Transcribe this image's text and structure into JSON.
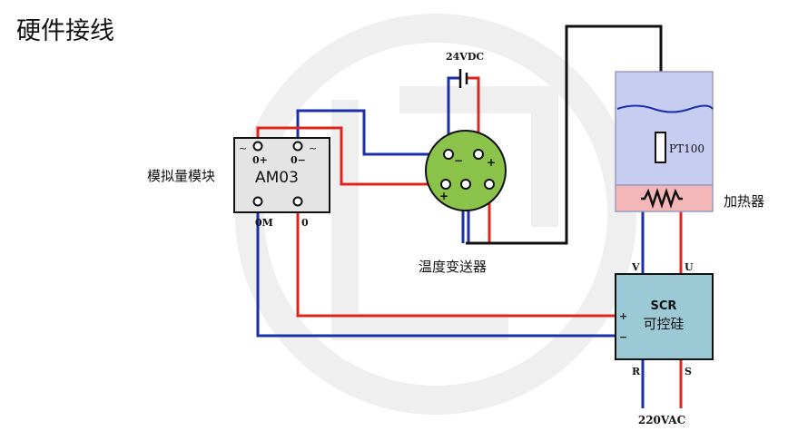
{
  "title": "硬件接线",
  "labels": {
    "module_name": "模拟量模块",
    "module_model": "AM03",
    "pin_0_plus": "0+",
    "pin_0_minus": "0−",
    "pin_tilde_left": "~",
    "pin_tilde_right": "~",
    "pin_0m": "0M",
    "pin_0": "0",
    "supply": "24VDC",
    "transmitter": "温度变送器",
    "sensor": "PT100",
    "heater": "加热器",
    "scr_line1": "SCR",
    "scr_line2": "可控硅",
    "scr_v": "V",
    "scr_u": "U",
    "scr_r": "R",
    "scr_s": "S",
    "scr_plus": "+",
    "scr_minus": "−",
    "mains": "220VAC",
    "tx_minus": "−",
    "tx_plus_top": "+",
    "tx_plus_left": "+"
  },
  "colors": {
    "wire_red": "#e0241c",
    "wire_blue": "#1a2fa8",
    "wire_black": "#111111",
    "module_fill": "#e4e4e4",
    "transmitter_fill": "#8bc34a",
    "tank_water": "#c7cdf0",
    "heater_fill": "#f3b7b7",
    "scr_fill": "#9cc9d6",
    "watermark": "#eeeeee"
  }
}
